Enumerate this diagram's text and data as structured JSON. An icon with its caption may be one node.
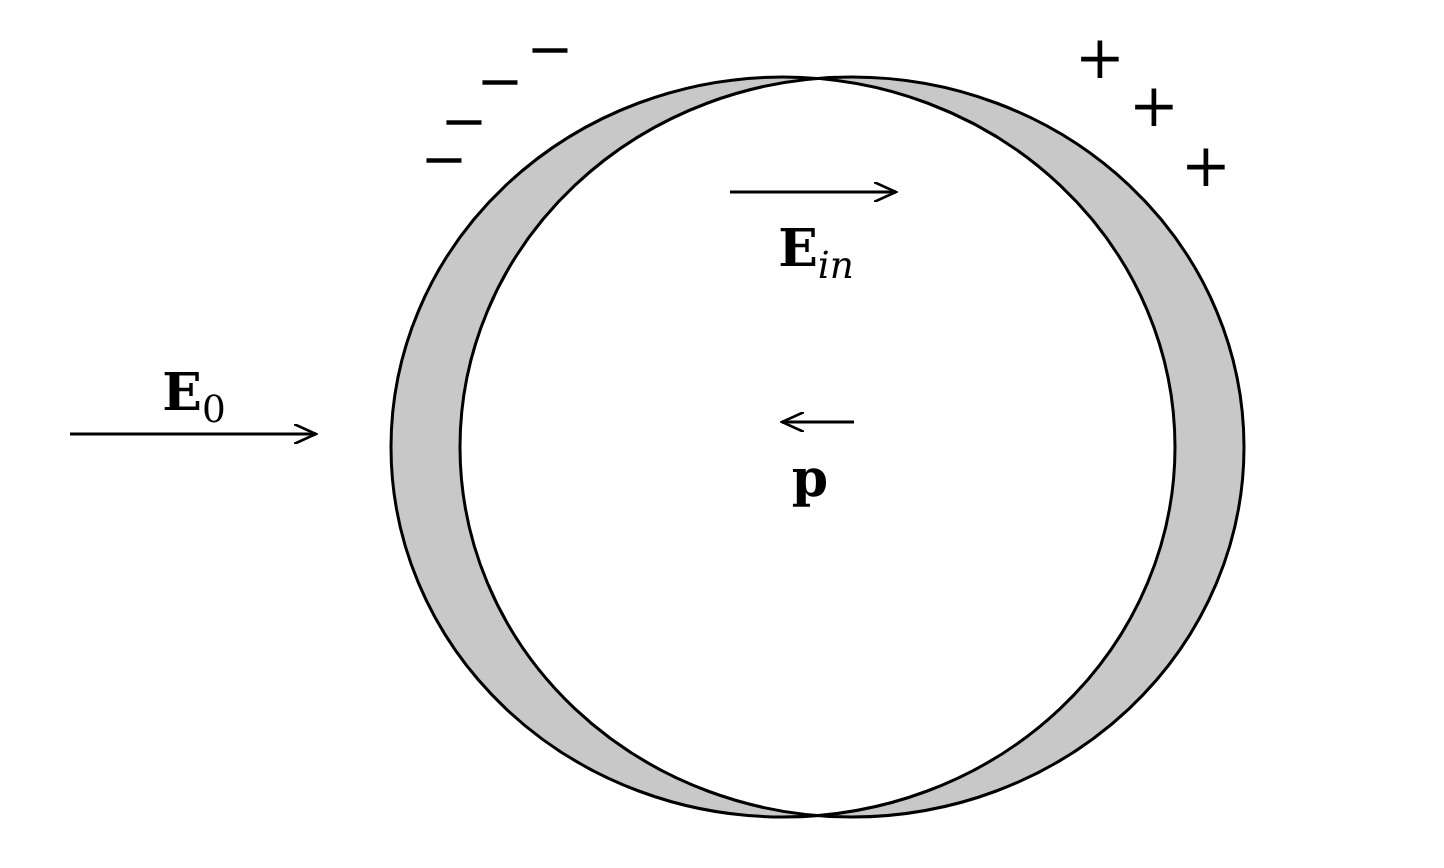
{
  "diagram": {
    "labels": [
      "−",
      "−",
      "−",
      "−",
      "+",
      "+",
      "+",
      "**E**$_{in}$",
      "**E**$_{0}$",
      "**p**"
    ]
  }
}
